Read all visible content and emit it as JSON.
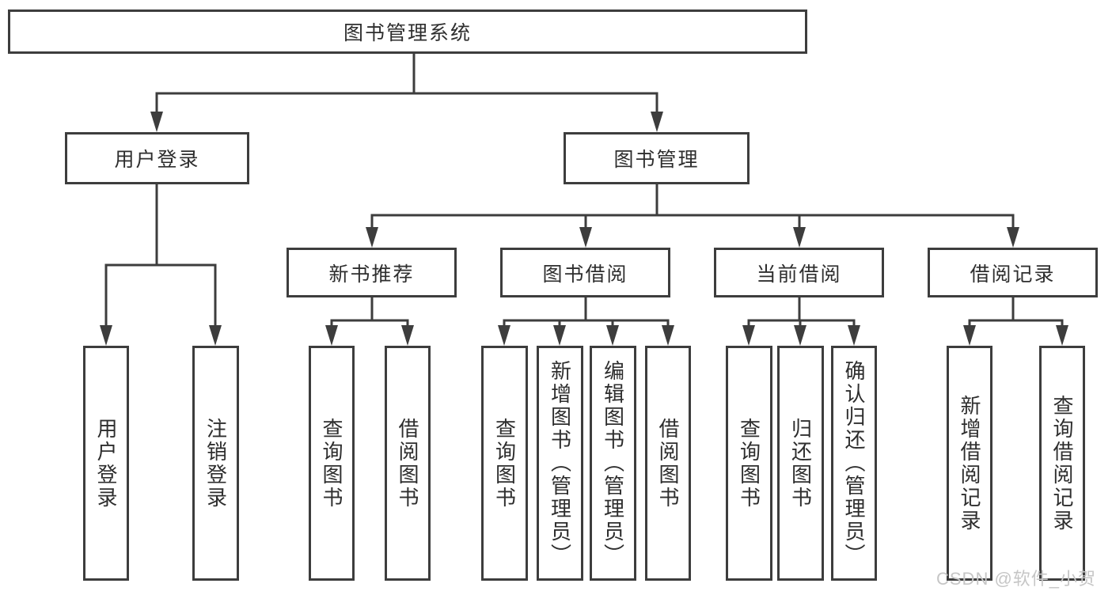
{
  "tree": {
    "root": "图书管理系统",
    "branches": [
      {
        "label": "用户登录",
        "children": [
          "用户登录",
          "注销登录"
        ]
      },
      {
        "label": "图书管理",
        "groups": [
          {
            "label": "新书推荐",
            "children": [
              "查询图书",
              "借阅图书"
            ]
          },
          {
            "label": "图书借阅",
            "children": [
              "查询图书",
              "新增图书（管理员）",
              "编辑图书（管理员）",
              "借阅图书"
            ]
          },
          {
            "label": "当前借阅",
            "children": [
              "查询图书",
              "归还图书",
              "确认归还（管理员）"
            ]
          },
          {
            "label": "借阅记录",
            "children": [
              "新增借阅记录",
              "查询借阅记录"
            ]
          }
        ]
      }
    ]
  },
  "watermark": {
    "text": "CSDN @软件_小贺同学"
  },
  "colors": {
    "line": "#3d3d3d",
    "fill": "#ffffff",
    "text": "#2e2e2e",
    "watermark": "#c6c6c6",
    "bg": "#ffffff"
  }
}
